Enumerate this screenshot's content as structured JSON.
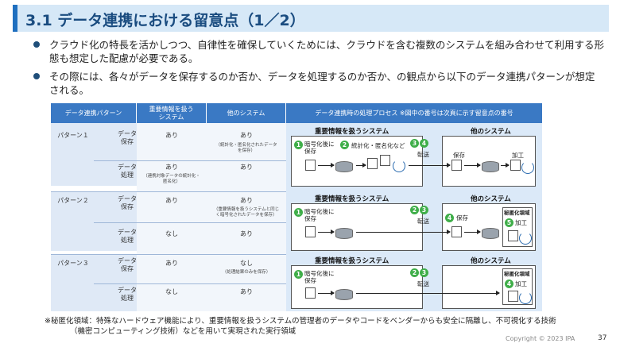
{
  "title": "3.1 データ連携における留意点（1／2）",
  "bullets": [
    "クラウド化の特長を活かしつつ、自律性を確保していくためには、クラウドを含む複数のシステムを組み合わせて利用する形態も想定した配慮が必要である。",
    "その際には、各々がデータを保存するのか否か、データを処理するのか否か、の観点から以下のデータ連携パターンが想定される。"
  ],
  "table": {
    "headers": [
      "データ連携パターン",
      "重要情報を扱うシステム",
      "他のシステム",
      "データ連携時の処理プロセス ※図中の番号は次頁に示す留意点の番号"
    ],
    "patterns": [
      {
        "name": "パターン１",
        "rows": [
          {
            "type": "データ保存",
            "sys": "あり",
            "other": "あり",
            "other_note": "（統計化・匿名化されたデータを保存）",
            "sys_note": ""
          },
          {
            "type": "データ処理",
            "sys": "あり",
            "sys_note": "（連携対象データの統計化・匿名化）",
            "other": "あり",
            "other_note": ""
          }
        ]
      },
      {
        "name": "パターン２",
        "rows": [
          {
            "type": "データ保存",
            "sys": "あり",
            "other": "あり",
            "other_note": "（重要情報を扱うシステムと同じく暗号化されたデータを保存）",
            "sys_note": ""
          },
          {
            "type": "データ処理",
            "sys": "なし",
            "other": "あり",
            "other_note": "",
            "sys_note": ""
          }
        ]
      },
      {
        "name": "パターン３",
        "rows": [
          {
            "type": "データ保存",
            "sys": "あり",
            "other": "なし",
            "other_note": "（処理結果のみを保存）",
            "sys_note": ""
          },
          {
            "type": "データ処理",
            "sys": "なし",
            "other": "あり",
            "other_note": "",
            "sys_note": ""
          }
        ]
      }
    ]
  },
  "diagram": {
    "important_system": "重要情報を扱うシステム",
    "other_system": "他のシステム",
    "encrypt_save": "暗号化後に保存",
    "stat_anon": "統計化・匿名化など",
    "transfer": "転送",
    "save": "保存",
    "process": "加工",
    "confidential": "秘匿化領域",
    "p1_nums": [
      "1",
      "2",
      "3",
      "4"
    ],
    "p2_nums": [
      "1",
      "2",
      "3",
      "4",
      "5"
    ],
    "p3_nums": [
      "1",
      "2",
      "3",
      "4"
    ]
  },
  "footnote_line1": "※秘匿化領域：特殊なハードウェア機能により、重要情報を扱うシステムの管理者のデータやコードをベンダーからも安全に隔離し、不可視化する技術",
  "footnote_line2": "（機密コンピューティング技術）などを用いて実現された実行領域",
  "copyright": "Copyright © 2023 IPA",
  "page_number": "37"
}
